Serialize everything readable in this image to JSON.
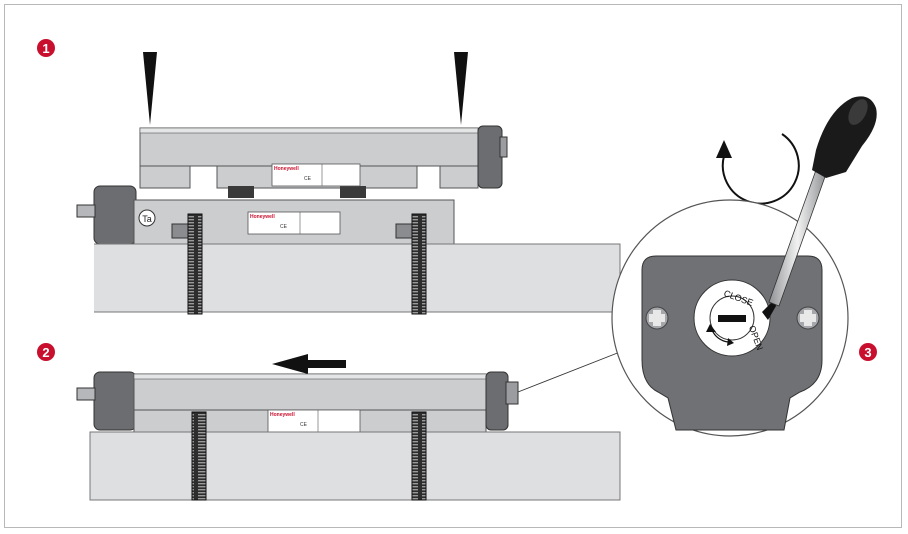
{
  "steps": [
    {
      "number": "1",
      "color": "#c8102e"
    },
    {
      "number": "2",
      "color": "#c8102e"
    },
    {
      "number": "3",
      "color": "#c8102e"
    }
  ],
  "upper_transducer": {
    "brand": "Honeywell",
    "mark": "CE"
  },
  "lower_transducer": {
    "tag": "Ta",
    "brand": "Honeywell",
    "mark": "CE"
  },
  "slid_transducer": {
    "brand": "Honeywell",
    "mark": "CE"
  },
  "lock_detail": {
    "close_label": "CLOSE",
    "open_label": "OPEN"
  },
  "colors": {
    "housing": "#cbcdcf",
    "housing_dark": "#a9acaf",
    "cap": "#6b6d70",
    "pipe": "#dedfe0",
    "strap": "#2d2d2d",
    "detail_plate": "#6f7174",
    "handle": "#1a1a1a"
  }
}
